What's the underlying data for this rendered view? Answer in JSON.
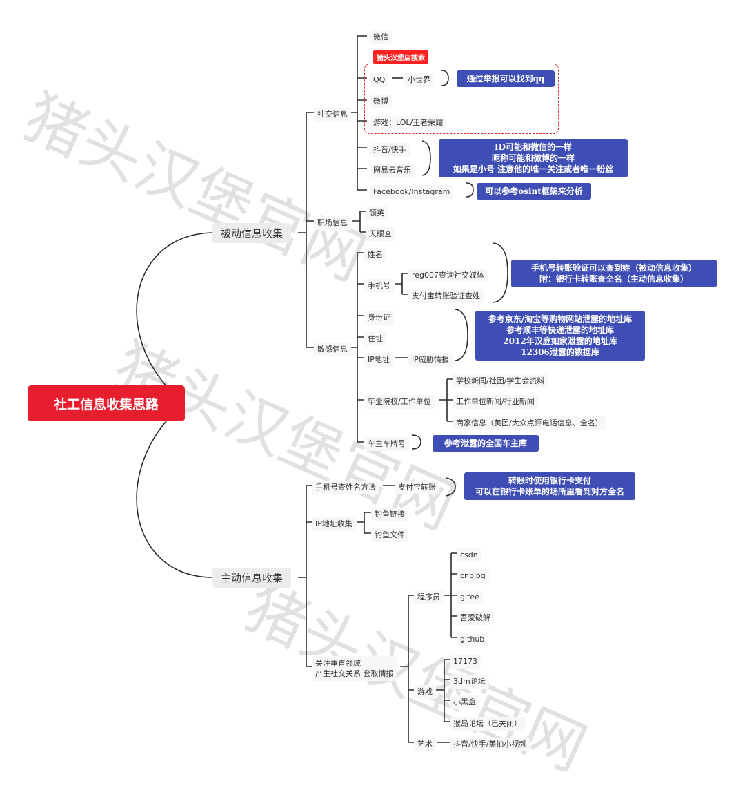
{
  "root": "社工信息收集思路",
  "branches": {
    "passive": {
      "label": "被动信息收集",
      "social": {
        "label": "社交信息",
        "wechat": "微信",
        "tag": "猪头汉堡店搜索",
        "qq": "QQ",
        "qq_world": "小世界",
        "qq_note": "通过举报可以找到qq",
        "weibo": "微博",
        "games": "游戏：LOL/王者荣耀",
        "douyin": "抖音/快手",
        "netease": "网易云音乐",
        "id_note": [
          "ID可能和微信的一样",
          "昵称可能和微博的一样",
          "如果是小号 注意他的唯一关注或者唯一粉丝"
        ],
        "facebook": "Facebook/Instagram",
        "fb_note": "可以参考osint框架来分析"
      },
      "work": {
        "label": "职场信息",
        "linkedin": "领英",
        "tianyancha": "天眼查"
      },
      "sensitive": {
        "label": "敏感信息",
        "name": "姓名",
        "phone": "手机号",
        "reg007": "reg007查询社交媒体",
        "alipay_verify": "支付宝转账验证查姓",
        "phone_note": [
          "手机号转账验证可以查到姓（被动信息收集）",
          "附：银行卡转账查全名（主动信息收集）"
        ],
        "idcard": "身份证",
        "address": "住址",
        "ip": "IP地址",
        "ip_intel": "IP威胁情报",
        "addr_note": [
          "参考京东/淘宝等购物网站泄露的地址库",
          "参考顺丰等快递泄露的地址库",
          "2012年汉庭如家泄露的地址库",
          "12306泄露的数据库"
        ],
        "school": "毕业院校/工作单位",
        "school_news": "学校新闻/社团/学生会资料",
        "work_news": "工作单位新闻/行业新闻",
        "merchant": "商家信息（美团/大众点评电话信息、全名）",
        "car": "车主车牌号",
        "car_note": "参考泄露的全国车主库"
      }
    },
    "active": {
      "label": "主动信息收集",
      "phone_method": "手机号查姓名方法",
      "alipay_transfer": "支付宝转账",
      "transfer_note": [
        "转账时使用银行卡支付",
        "可以在银行卡账单的场所里看到对方全名"
      ],
      "ip_collect": "IP地址收集",
      "phish_link": "钓鱼链接",
      "phish_file": "钓鱼文件",
      "vertical": [
        "关注垂直领域",
        "产生社交关系 套取情报"
      ],
      "programmer": {
        "label": "程序员",
        "items": [
          "csdn",
          "cnblog",
          "gitee",
          "吾爱破解",
          "github"
        ]
      },
      "game": {
        "label": "游戏",
        "items": [
          "17173",
          "3dm论坛",
          "小黑盒",
          "猴岛论坛（已关闭）"
        ]
      },
      "art": {
        "label": "艺术",
        "item": "抖音/快手/美拍小视频"
      }
    }
  },
  "watermark": "猪头汉堡官网"
}
